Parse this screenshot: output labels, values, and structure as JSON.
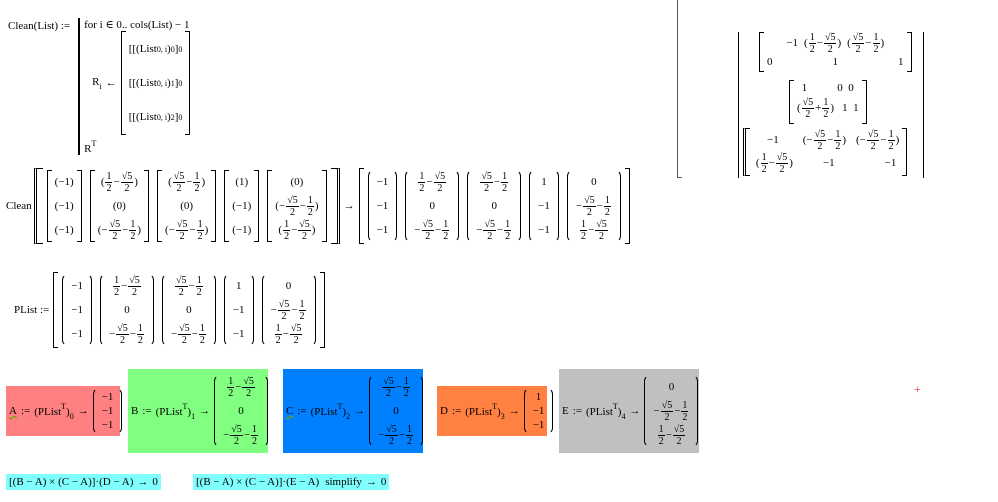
{
  "colors": {
    "A": "#ff8080",
    "B": "#80ff80",
    "C": "#0080ff",
    "D": "#ff8040",
    "E": "#c0c0c0",
    "check": "#80ffff",
    "cursor": "#e03040"
  },
  "clean_def": {
    "lhs": "Clean(List) :=",
    "loop": "for  i ∈ 0.. cols(List) − 1",
    "assign_lhs": "R",
    "assign_sub": "i",
    "arrow": "←",
    "elements": [
      {
        "base": "List",
        "sub1": "0, i",
        "sub2": "0",
        "sub3": "0"
      },
      {
        "base": "List",
        "sub1": "0, i",
        "sub2": "1",
        "sub3": "0"
      },
      {
        "base": "List",
        "sub1": "0, i",
        "sub2": "2",
        "sub3": "0"
      }
    ],
    "result": "R",
    "result_sup": "T"
  },
  "clean_eval": {
    "label": "Clean",
    "arrow": "→"
  },
  "plist": {
    "lhs": "PList :="
  },
  "sym": {
    "half": "1",
    "two": "2",
    "sqrt5": "5",
    "minus": "−",
    "plus": "+",
    "zero": "0",
    "one": "1",
    "neg1": "−1",
    "p_neg1": "(−1)",
    "p_one": "(1)",
    "p_zero": "(0)"
  },
  "assignments": [
    {
      "var": "A",
      "op": ":=",
      "base": "PList",
      "sup": "T",
      "index": "0",
      "arrow": "→"
    },
    {
      "var": "B",
      "op": ":=",
      "base": "PList",
      "sup": "T",
      "index": "1",
      "arrow": "→"
    },
    {
      "var": "C",
      "op": ":=",
      "base": "PList",
      "sup": "T",
      "index": "2",
      "arrow": "→"
    },
    {
      "var": "D",
      "op": ":=",
      "base": "PList",
      "sup": "T",
      "index": "3",
      "arrow": "→"
    },
    {
      "var": "E",
      "op": ":=",
      "base": "PList",
      "sup": "T",
      "index": "4",
      "arrow": "→"
    }
  ],
  "checks": [
    {
      "expr": "[(B − A) × (C − A)]·(D − A)",
      "keyword": "",
      "arrow": "→",
      "result": "0"
    },
    {
      "expr": "[(B − A) × (C − A)]·(E − A)",
      "keyword": "simplify",
      "arrow": "→",
      "result": "0"
    }
  ],
  "right_matrix": {
    "r1": [
      "−1",
      "1",
      "0",
      "0",
      "1",
      "1"
    ],
    "r2": [
      "1",
      "0",
      "0",
      "1",
      "1"
    ],
    "r3": [
      "−1",
      "−1",
      "−1"
    ]
  },
  "cursor": "+"
}
